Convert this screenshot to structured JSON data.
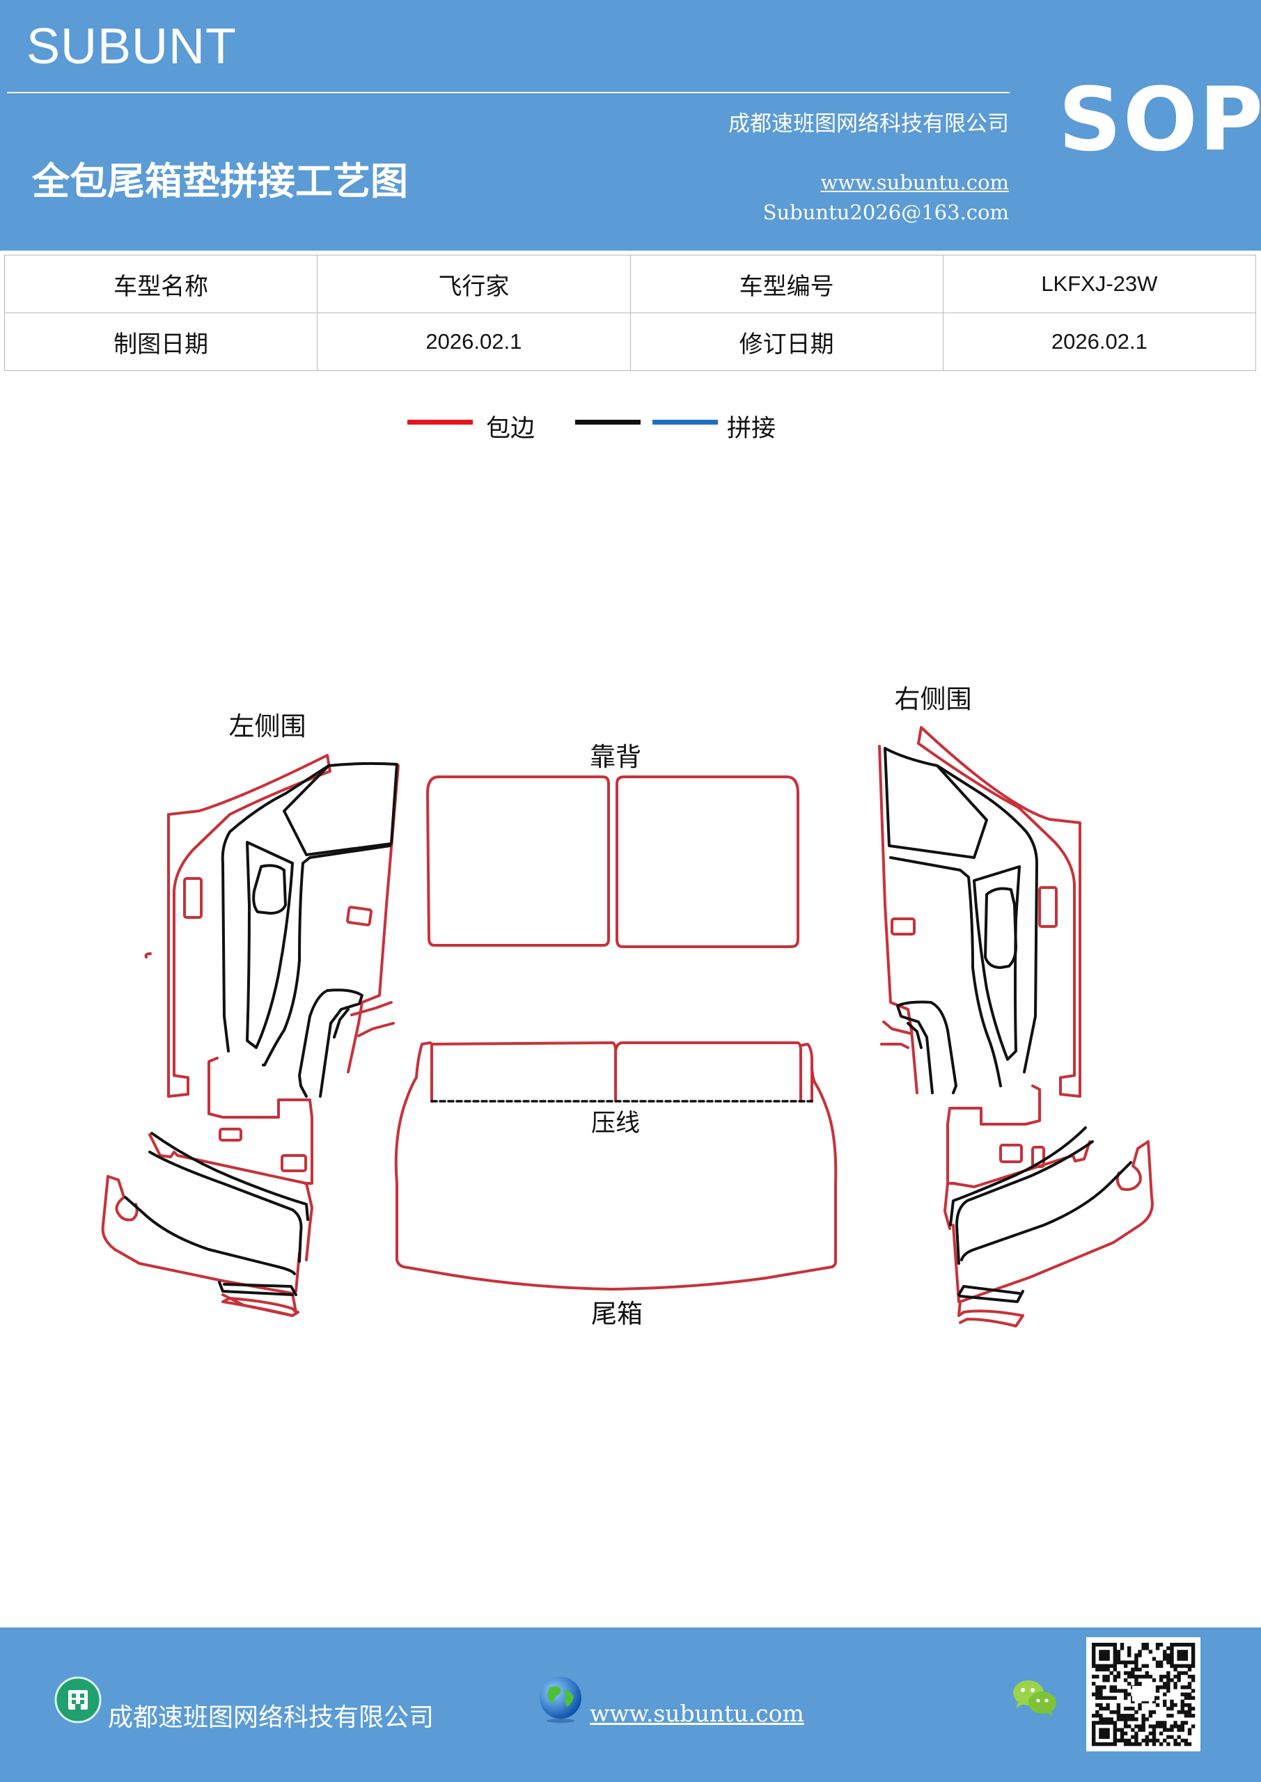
{
  "header": {
    "brand": "SUBUNT",
    "company": "成都速班图网络科技有限公司",
    "title": "全包尾箱垫拼接工艺图",
    "website": "www.subuntu.com",
    "email": "Subuntu2026@163.com",
    "badge": "SOP"
  },
  "info_table": {
    "rows": [
      [
        "车型名称",
        "飞行家",
        "车型编号",
        "LKFXJ-23W"
      ],
      [
        "制图日期",
        "2026.02.1",
        "修订日期",
        "2026.02.1"
      ]
    ]
  },
  "legend": {
    "items": [
      {
        "label": "包边",
        "color": "#e8141c"
      },
      {
        "label": "",
        "color": "#111111"
      },
      {
        "label": "拼接",
        "color": "#1e6fc2"
      }
    ]
  },
  "drawing": {
    "labels": {
      "left_side": "左侧围",
      "right_side": "右侧围",
      "backrest": "靠背",
      "crease": "压线",
      "trunk": "尾箱"
    },
    "colors": {
      "edge": "#c7323a",
      "seam": "#111111"
    }
  },
  "footer": {
    "company": "成都速班图网络科技有限公司",
    "website": "www.subuntu.com",
    "icons": [
      "building-icon",
      "globe-icon",
      "wechat-icon",
      "qr-code"
    ]
  }
}
